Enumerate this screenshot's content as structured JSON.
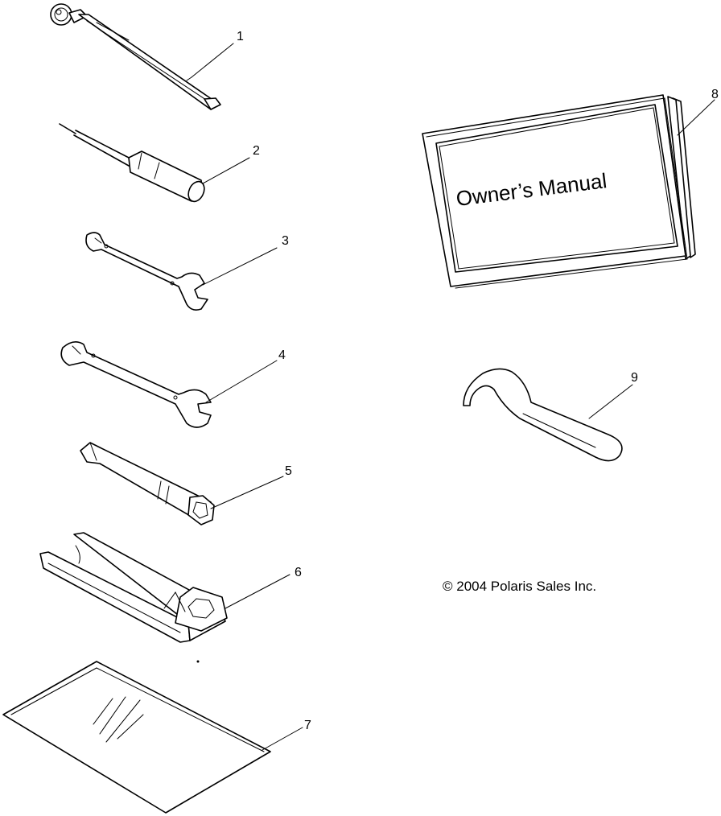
{
  "callouts": {
    "c1": "1",
    "c2": "2",
    "c3": "3",
    "c4": "4",
    "c5": "5",
    "c6": "6",
    "c7": "7",
    "c8": "8",
    "c9": "9"
  },
  "manual": {
    "title": "Owner’s Manual"
  },
  "copyright": "© 2004 Polaris Sales Inc."
}
